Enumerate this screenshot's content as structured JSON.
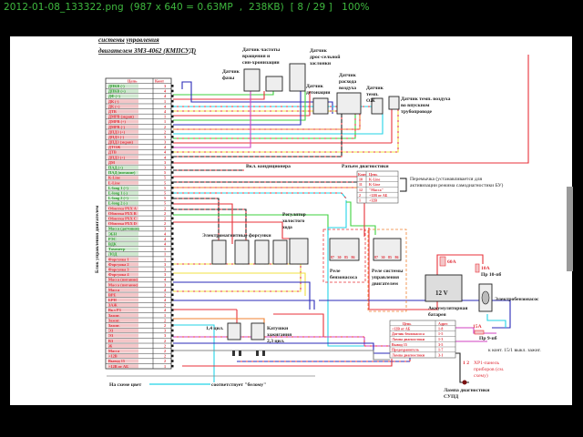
{
  "viewer": {
    "title": "2012-01-08_133322.png  (987 x 640 = 0.63MP  ,  238KB)  [ 8 / 29 ]   100%"
  },
  "diagram": {
    "title_line1": "системы управления",
    "title_line2": "двигателем ЗМЗ-4062 (КМПСУД)",
    "ecu_label": "Блок управления двигателем",
    "ecu_table": {
      "headers": [
        "Цепь",
        "Конт"
      ],
      "rows": [
        [
          "ДПКВ (-)",
          "3"
        ],
        [
          "ДПКВ (+)",
          "4"
        ],
        [
          "ДФ (+)",
          "4"
        ],
        [
          "ДК (-)",
          "1"
        ],
        [
          "ДК (+)",
          "4"
        ],
        [
          "ДТВ",
          "4"
        ],
        [
          "ДМРВ (экран)",
          "1"
        ],
        [
          "ДМРВ (+)",
          "1"
        ],
        [
          "ДМРВ (-)",
          "2"
        ],
        [
          "ДПДЗ (+)",
          "2"
        ],
        [
          "ДПДЗ (-)",
          "3"
        ],
        [
          "ДПДЗ (экран)",
          "3"
        ],
        [
          "ДТОЖ",
          "4"
        ],
        [
          "ДТВ",
          "4"
        ],
        [
          "ДПДЗ (+)",
          "4"
        ],
        [
          "ДМ",
          "3"
        ],
        [
          "ПАД (+)",
          "3"
        ],
        [
          "ПАД (питание)",
          "5"
        ],
        [
          "К-Line",
          "5"
        ],
        [
          "L-Line",
          "5"
        ],
        [
          "L-long 1 (+)",
          "5"
        ],
        [
          "L-long 1 (-)",
          "5"
        ],
        [
          "L-long 2 (+)",
          "5"
        ],
        [
          "L-long 2 (-)",
          "5"
        ],
        [
          "Обмотка РХХ A",
          "2"
        ],
        [
          "Обмотка РХХ B",
          "2"
        ],
        [
          "Обмотка РХХ C",
          "2"
        ],
        [
          "Обмотка РХХ D",
          "2"
        ],
        [
          "Масса (датчиков)",
          "3"
        ],
        [
          "ЭБН",
          "4"
        ],
        [
          "РЭС",
          "4"
        ],
        [
          "ВДК",
          "4"
        ],
        [
          "Тахометр",
          "1"
        ],
        [
          "ЛОД",
          "1"
        ],
        [
          "Форсунка 1",
          "1"
        ],
        [
          "Форсунка 2",
          "3"
        ],
        [
          "Форсунка 3",
          "3"
        ],
        [
          "Форсунка 4",
          "3"
        ],
        [
          "Масса (питание)",
          "4"
        ],
        [
          "Масса (питание)",
          "3"
        ],
        [
          "Масса",
          "4"
        ],
        [
          "ВРЕ",
          "2"
        ],
        [
          "БРН",
          "4"
        ],
        [
          "ЗАЖ",
          "2"
        ],
        [
          "Вкл РЗ",
          "4"
        ],
        [
          "Зажиг.",
          "1"
        ],
        [
          "Зажиг.",
          "2"
        ],
        [
          "Зажиг.",
          "2"
        ],
        [
          "ЭЗ",
          "3"
        ],
        [
          "ЭЗ",
          "3"
        ],
        [
          "ВЗ",
          "2"
        ],
        [
          "Ж",
          "2"
        ],
        [
          "Масса",
          "2"
        ],
        [
          "+12В",
          "2"
        ],
        [
          "Вывод 15",
          "2"
        ],
        [
          "+12В от АБ",
          "1"
        ]
      ]
    },
    "sensors": {
      "crank": "Датчик частоты вращения и син-хронизации",
      "throttle": "Датчик дрос-сельной заслонки",
      "phase": "Датчик фазы",
      "knock": "Датчик детонации",
      "maf": "Датчик расхода воздуха",
      "coolant": "Датчик темп. ОЖ",
      "intake_air": "Датчик темп. воздуха во впускном трубопроводе"
    },
    "ac_label": "Вкл. кондиционера",
    "diag_connector": {
      "title": "Разъем диагностики",
      "headers": [
        "Конт",
        "Цепь"
      ],
      "rows": [
        [
          "10",
          "K-Line"
        ],
        [
          "11",
          "K-Line"
        ],
        [
          "12",
          "\"Масса\""
        ],
        [
          "2",
          "+12В от АБ"
        ],
        [
          "1",
          "+12В"
        ]
      ],
      "jumper_note": "Перемычка (устанавливается для активизации режима самодиагностики БУ)"
    },
    "idle_regulator": "Регулятор холостого хода",
    "injectors": "Электромагнитные форсунки",
    "relay_pins": [
      "87",
      "30",
      "85",
      "86"
    ],
    "fuel_pump_relay": "Реле бензонасоса",
    "ecu_relay": "Реле системы управления двигателем",
    "fuse_60": "60А",
    "fuse_10": "10А",
    "fuse_10_name": "Пр 10-пб",
    "battery_voltage": "12 V",
    "battery_label": "Аккумуляторная батарея",
    "fuel_pump": "Электробензонасос",
    "fuse_15": "15А",
    "fuse_15_name": "Пр 9-пб",
    "ignition_note": "к конт. 15/1 выкл. зажиг.",
    "panel_note": "ХР1-панель приборов (см. схему)",
    "panel_pins": "1 2",
    "diag_lamp": "Лампа диагностики СУПД",
    "harness_table": {
      "headers": [
        "Цепь",
        "Адрес"
      ],
      "rows": [
        [
          "+12В от АБ",
          "1-8"
        ],
        [
          "Датчик бензонасоса",
          "1-5"
        ],
        [
          "Лампа диагностики",
          "1-3"
        ],
        [
          "Вывод 15",
          "3-5"
        ],
        [
          "Предохранитель",
          "1-7"
        ],
        [
          "Лампа диагностики",
          "3-1"
        ]
      ]
    },
    "coil_14": "1,4 цил.",
    "coils": "Катушки зажигания 2,3 цил.",
    "legend_prefix": "На схеме цвет",
    "legend_suffix": "соответствует \"белому\"",
    "legend_color": "#22d3e6"
  },
  "colors": {
    "background": "#000000",
    "titlebar_text": "#3fb93f",
    "wire_red": "#e8323a",
    "wire_green": "#3ed23e",
    "wire_blue": "#2a2ab8",
    "wire_yellow": "#f0e040",
    "wire_cyan": "#22d3e6",
    "wire_magenta": "#d040c0",
    "wire_orange": "#f08030"
  }
}
